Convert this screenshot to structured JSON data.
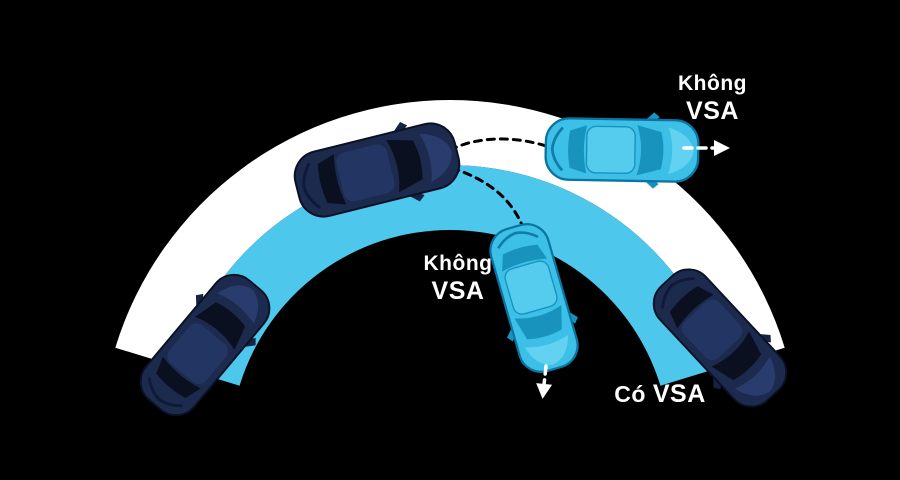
{
  "diagram": {
    "name": "vsa-stability-comparison",
    "labels": {
      "no_vsa_top": {
        "line1": "Không",
        "line2": "VSA"
      },
      "no_vsa_mid": {
        "line1": "Không",
        "line2": "VSA"
      },
      "with_vsa": {
        "regular": "Có",
        "bold": "VSA"
      }
    },
    "colors": {
      "background": "#000000",
      "road_outer": "#ffffff",
      "road_inner": "#4ec7ec",
      "car_dark_body": "#1c2a4e",
      "car_dark_window": "#0a1020",
      "car_ghost_body": "#3cc0e8",
      "car_ghost_line": "#1793be",
      "trajectory_dash": "#000000",
      "arrow": "#ffffff",
      "text": "#ffffff"
    }
  }
}
